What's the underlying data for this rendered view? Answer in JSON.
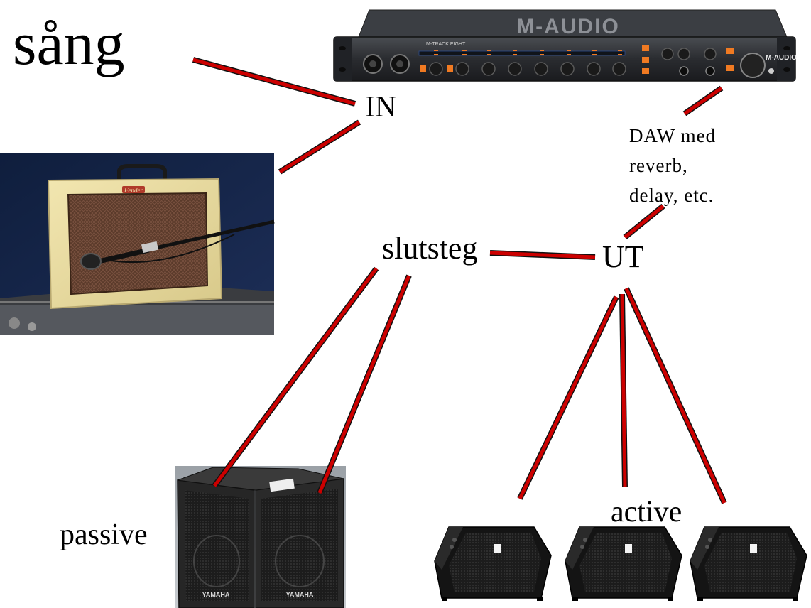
{
  "labels": {
    "sang": "sång",
    "in": "IN",
    "daw": "DAW med\nreverb,\ndelay, etc.",
    "slutsteg": "slutsteg",
    "ut": "UT",
    "passive": "passive",
    "active": "active"
  },
  "interface": {
    "brand_center": "M-AUDIO",
    "brand_side": "M-AUDIO",
    "model": "M-TRACK EIGHT"
  },
  "amp": {
    "logo": "Fender"
  },
  "passive_speakers": {
    "brand": "YAMAHA"
  },
  "colors": {
    "cable_red": "#cc0000",
    "cable_outline": "#111111",
    "accent_orange": "#f07a22"
  }
}
